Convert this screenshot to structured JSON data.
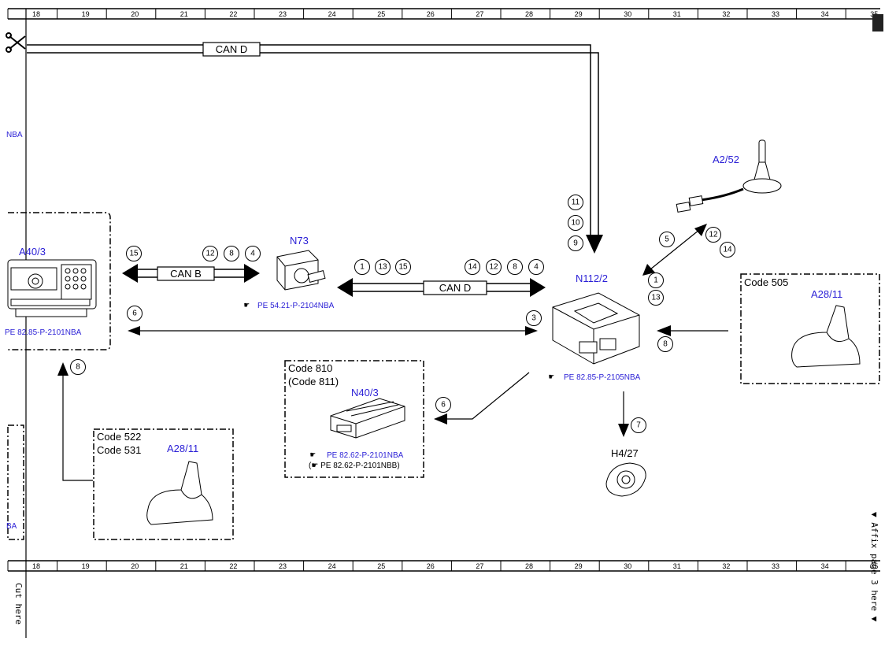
{
  "ruler": {
    "ticks": [
      "18",
      "19",
      "20",
      "21",
      "22",
      "23",
      "24",
      "25",
      "26",
      "27",
      "28",
      "29",
      "30",
      "31",
      "32",
      "33",
      "34",
      "35"
    ]
  },
  "side_text": {
    "cut_here": "Cut here",
    "affix": "▼ Affix page 3 here ▼",
    "left_fragments": [
      "NBA",
      "BA"
    ]
  },
  "buses": {
    "can_d_top": "CAN D",
    "can_b": "CAN B",
    "can_d_mid": "CAN D"
  },
  "components": {
    "a40_3": {
      "label": "A40/3",
      "ref": "PE 82.85-P-2101NBA"
    },
    "n73": {
      "label": "N73",
      "ref": "PE 54.21-P-2104NBA"
    },
    "n112_2": {
      "label": "N112/2",
      "ref": "PE 82.85-P-2105NBA"
    },
    "a2_52": {
      "label": "A2/52"
    },
    "a28_11_right": {
      "label": "A28/11",
      "code": "Code 505"
    },
    "n40_3": {
      "label": "N40/3",
      "code1": "Code 810",
      "code2": "(Code 811)",
      "ref1": "PE 82.62-P-2101NBA",
      "ref2": "(☛ PE 82.62-P-2101NBB)"
    },
    "a28_11_left": {
      "label": "A28/11",
      "code1": "Code 522",
      "code2": "Code 531"
    },
    "h4_27": {
      "label": "H4/27"
    }
  },
  "signals": {
    "can_b_left": [
      "15"
    ],
    "can_b_right": [
      "12",
      "8",
      "4"
    ],
    "can_d_left": [
      "1",
      "13",
      "15"
    ],
    "can_d_right": [
      "14",
      "12",
      "8",
      "4"
    ],
    "can_d_down": [
      "11",
      "10",
      "9"
    ],
    "antenna_a": [
      "5"
    ],
    "antenna_b": [
      "12",
      "14"
    ],
    "antenna_c": [
      "1",
      "13"
    ],
    "a28_right": [
      "8"
    ],
    "wire_6": [
      "6"
    ],
    "wire_3": [
      "3"
    ],
    "wire_6b": [
      "6"
    ],
    "wire_7": [
      "7"
    ],
    "wire_8": [
      "8"
    ]
  },
  "colors": {
    "link": "#2a1fd6",
    "line": "#000000"
  },
  "icons": {
    "reference": "pointing-hand-icon",
    "scissors": "scissors-icon"
  }
}
